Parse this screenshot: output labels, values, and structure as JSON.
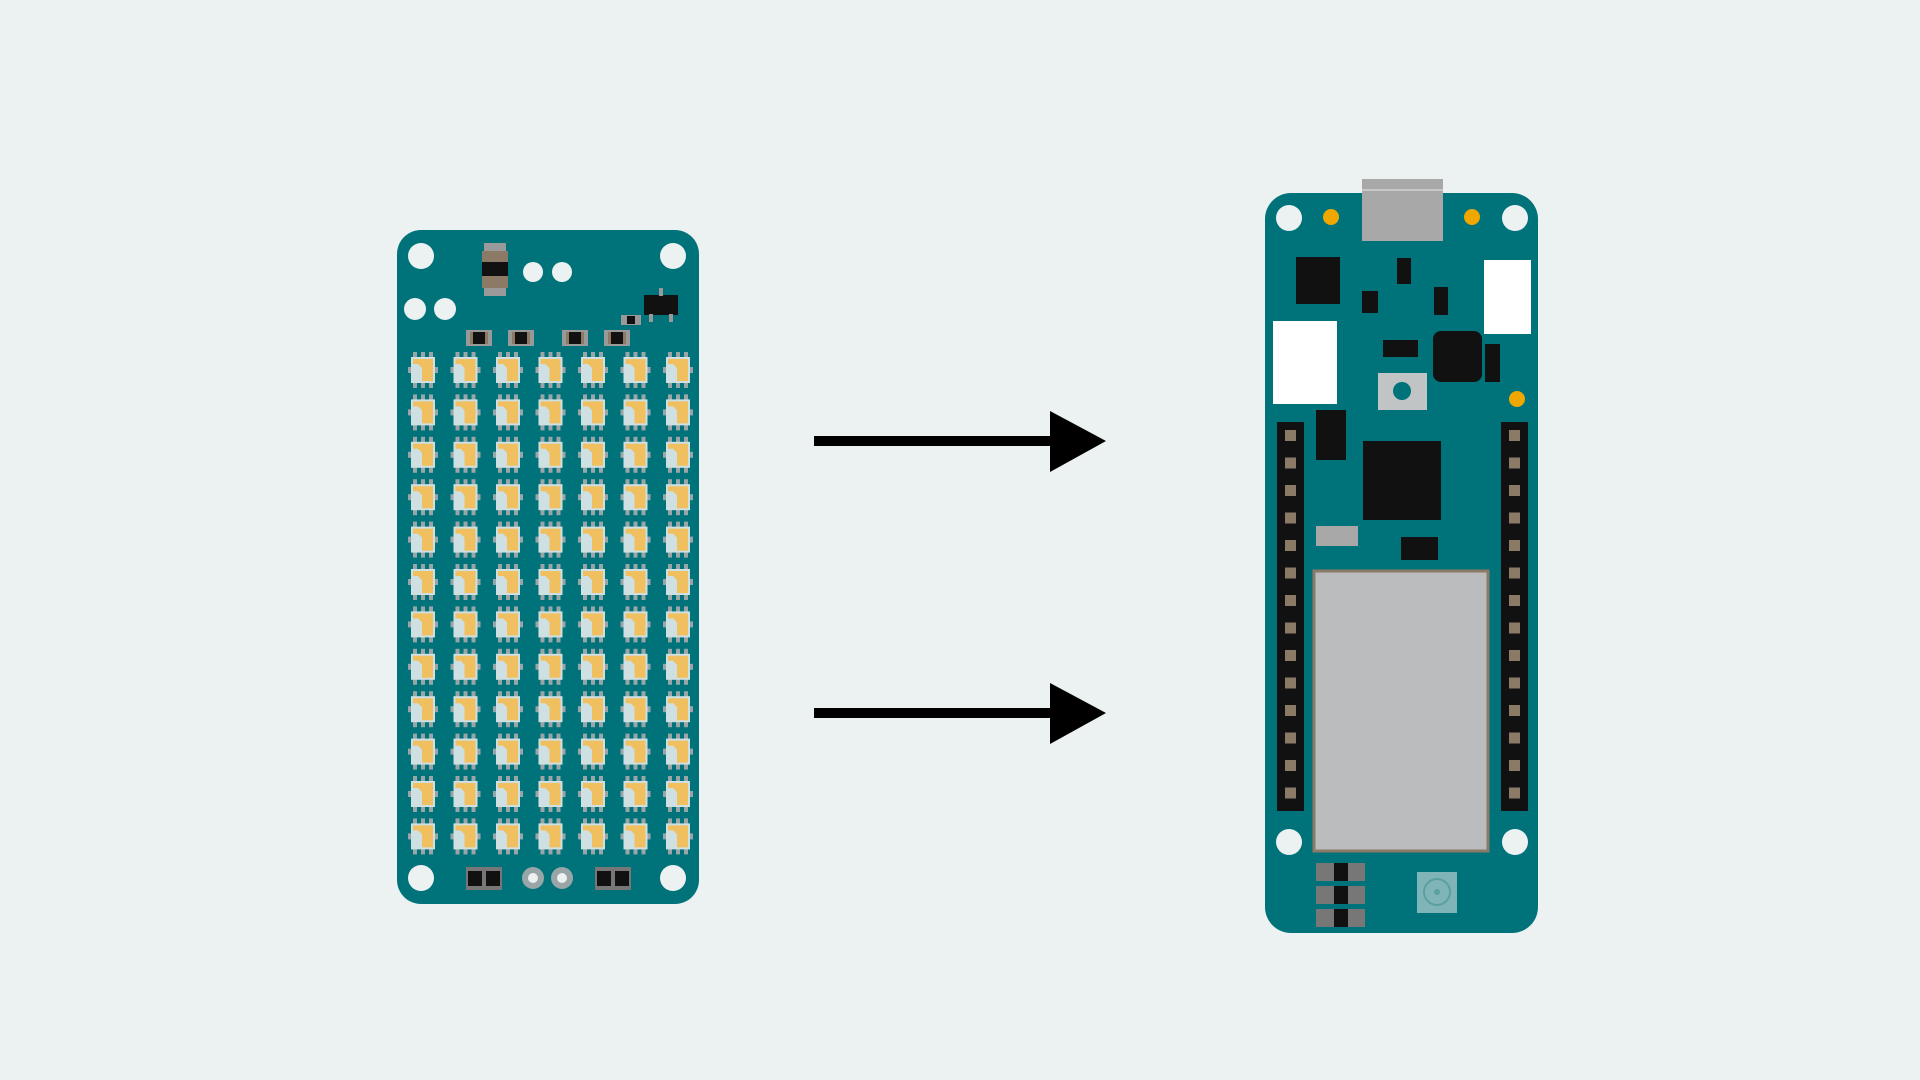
{
  "colors": {
    "background": "#ecf1f1",
    "board": "#00737a",
    "led_body": "#cfe0e2",
    "led_die": "#f0c060",
    "arrow": "#000000",
    "module": "#bbbcbd",
    "accent_dot": "#f0a800"
  },
  "led_matrix": {
    "columns": 7,
    "rows": 12
  },
  "header_pins_per_side": 14
}
